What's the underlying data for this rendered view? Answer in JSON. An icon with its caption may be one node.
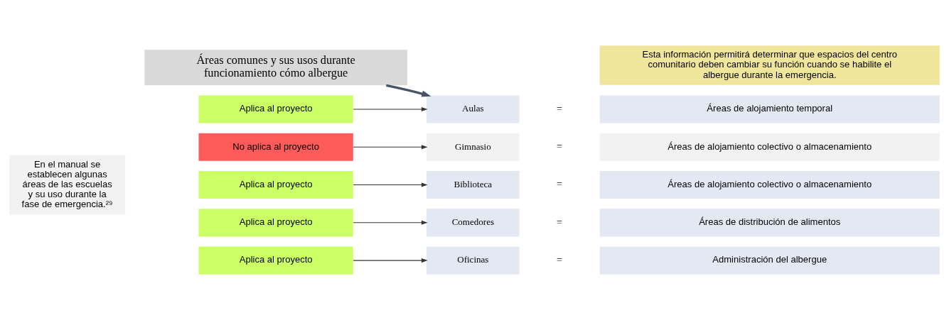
{
  "diagram": {
    "nodes": [
      {
        "text": [
          "En el manual se establecen algunas áreas de las escuelas y su uso durante la fase de emergencia.²⁹"
        ]
      },
      {
        "text": [
          "Áreas comunes y sus usos durante funcionamiento cómo albergue"
        ]
      },
      {
        "text": [
          "Esta información permitirá determinar que espacios del centro comunitario deben cambiar su función cuando se habilite el albergue durante la emergencia."
        ]
      },
      {
        "text": [
          "Aplica al proyecto"
        ]
      },
      {
        "text": [
          "Aulas"
        ]
      },
      {
        "text": [
          "Áreas de alojamiento temporal"
        ]
      },
      {
        "text": [
          "No aplica al proyecto"
        ]
      },
      {
        "text": [
          "Gimnasio"
        ]
      },
      {
        "text": [
          "Áreas de alojamiento colectivo o almacenamiento"
        ]
      },
      {
        "text": [
          "Aplica al proyecto"
        ]
      },
      {
        "text": [
          "Biblioteca"
        ]
      },
      {
        "text": [
          "Áreas de alojamiento colectivo o almacenamiento"
        ]
      },
      {
        "text": [
          "Aplica al proyecto"
        ]
      },
      {
        "text": [
          "Comedores"
        ]
      },
      {
        "text": [
          "Áreas de distribución de alimentos"
        ]
      },
      {
        "text": [
          "Aplica al proyecto"
        ]
      },
      {
        "text": [
          "Oficinas"
        ]
      },
      {
        "text": [
          "Administración del albergue"
        ]
      }
    ],
    "edges": [
      {
        "from": 1,
        "to": 4,
        "arrow": "to",
        "style": "thick",
        "color": "#44546a"
      },
      {
        "from": 3,
        "to": 4,
        "arrow": "to"
      },
      {
        "from": 6,
        "to": 7,
        "arrow": "to"
      },
      {
        "from": 9,
        "to": 10,
        "arrow": "to"
      },
      {
        "from": 12,
        "to": 13,
        "arrow": "to"
      },
      {
        "from": 15,
        "to": 16,
        "arrow": "to"
      }
    ],
    "labels": [
      "=",
      "=",
      "=",
      "=",
      "="
    ]
  }
}
